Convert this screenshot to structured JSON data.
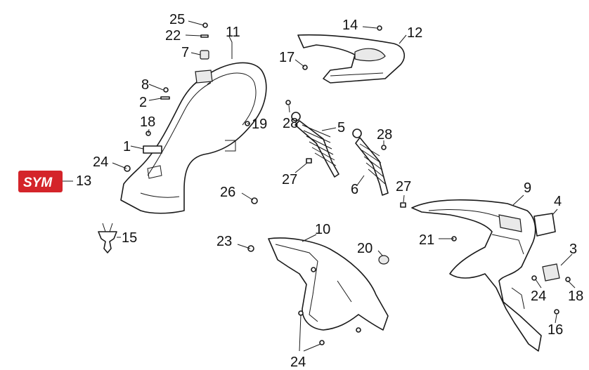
{
  "brand": {
    "logo_text": "SYM",
    "logo_color": "#d4242a"
  },
  "callouts": {
    "c25": "25",
    "c22": "22",
    "c7": "7",
    "c8": "8",
    "c2": "2",
    "c18a": "18",
    "c1": "1",
    "c24a": "24",
    "c13": "13",
    "c15": "15",
    "c11": "11",
    "c19": "19",
    "c14": "14",
    "c12": "12",
    "c17": "17",
    "c28a": "28",
    "c5": "5",
    "c28b": "28",
    "c27a": "27",
    "c6": "6",
    "c27b": "27",
    "c26": "26",
    "c9": "9",
    "c4": "4",
    "c10": "10",
    "c23": "23",
    "c20": "20",
    "c21": "21",
    "c3": "3",
    "c24b": "24",
    "c18b": "18",
    "c16": "16",
    "c24c": "24"
  }
}
